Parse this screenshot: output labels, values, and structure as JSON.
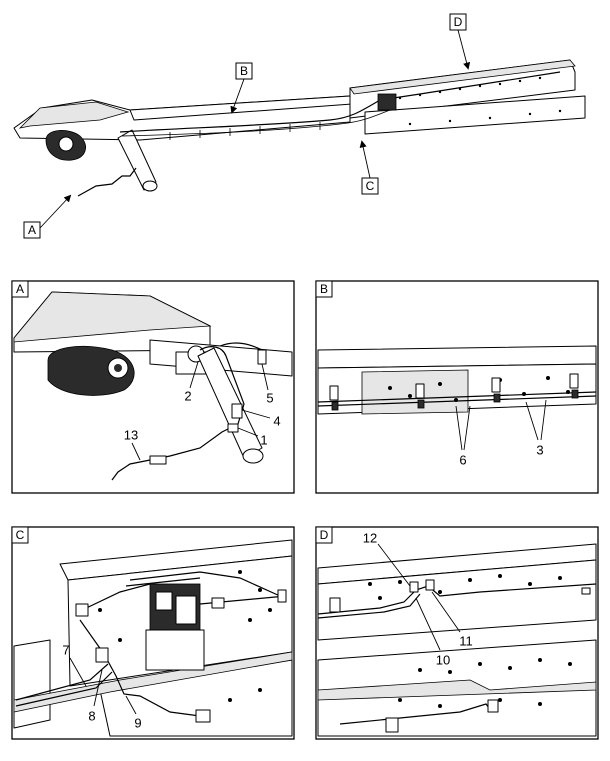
{
  "overview": {
    "callouts": [
      "A",
      "B",
      "C",
      "D"
    ]
  },
  "panels": [
    {
      "tag": "A",
      "numbers": [
        "1",
        "2",
        "4",
        "5",
        "13"
      ]
    },
    {
      "tag": "B",
      "numbers": [
        "3",
        "6"
      ]
    },
    {
      "tag": "C",
      "numbers": [
        "7",
        "8",
        "9"
      ]
    },
    {
      "tag": "D",
      "numbers": [
        "10",
        "11",
        "12"
      ]
    }
  ]
}
